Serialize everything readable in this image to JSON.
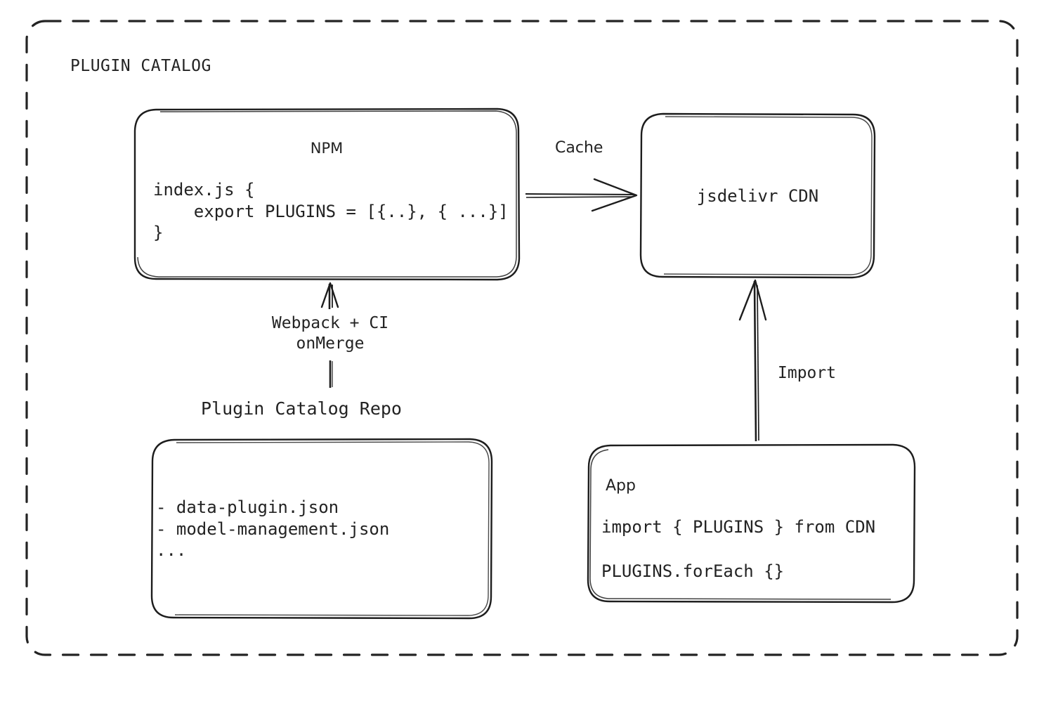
{
  "diagram": {
    "group_title": "PLUGIN CATALOG",
    "stroke_color": "#1d1d1d",
    "text_color": "#232323",
    "background": "#ffffff"
  },
  "nodes": {
    "npm": {
      "title": "NPM",
      "code": "index.js {\n    export PLUGINS = [{..}, { ...}]\n}"
    },
    "cdn": {
      "title": "jsdelivr CDN"
    },
    "repo": {
      "caption": "Plugin Catalog Repo",
      "files": "- data-plugin.json\n- model-management.json\n..."
    },
    "app": {
      "title": "App",
      "line1": "import { PLUGINS } from CDN",
      "line2": "PLUGINS.forEach {}"
    }
  },
  "edges": {
    "cache": {
      "label": "Cache"
    },
    "import": {
      "label": "Import"
    },
    "build": {
      "label": "Webpack + CI\nonMerge"
    }
  }
}
